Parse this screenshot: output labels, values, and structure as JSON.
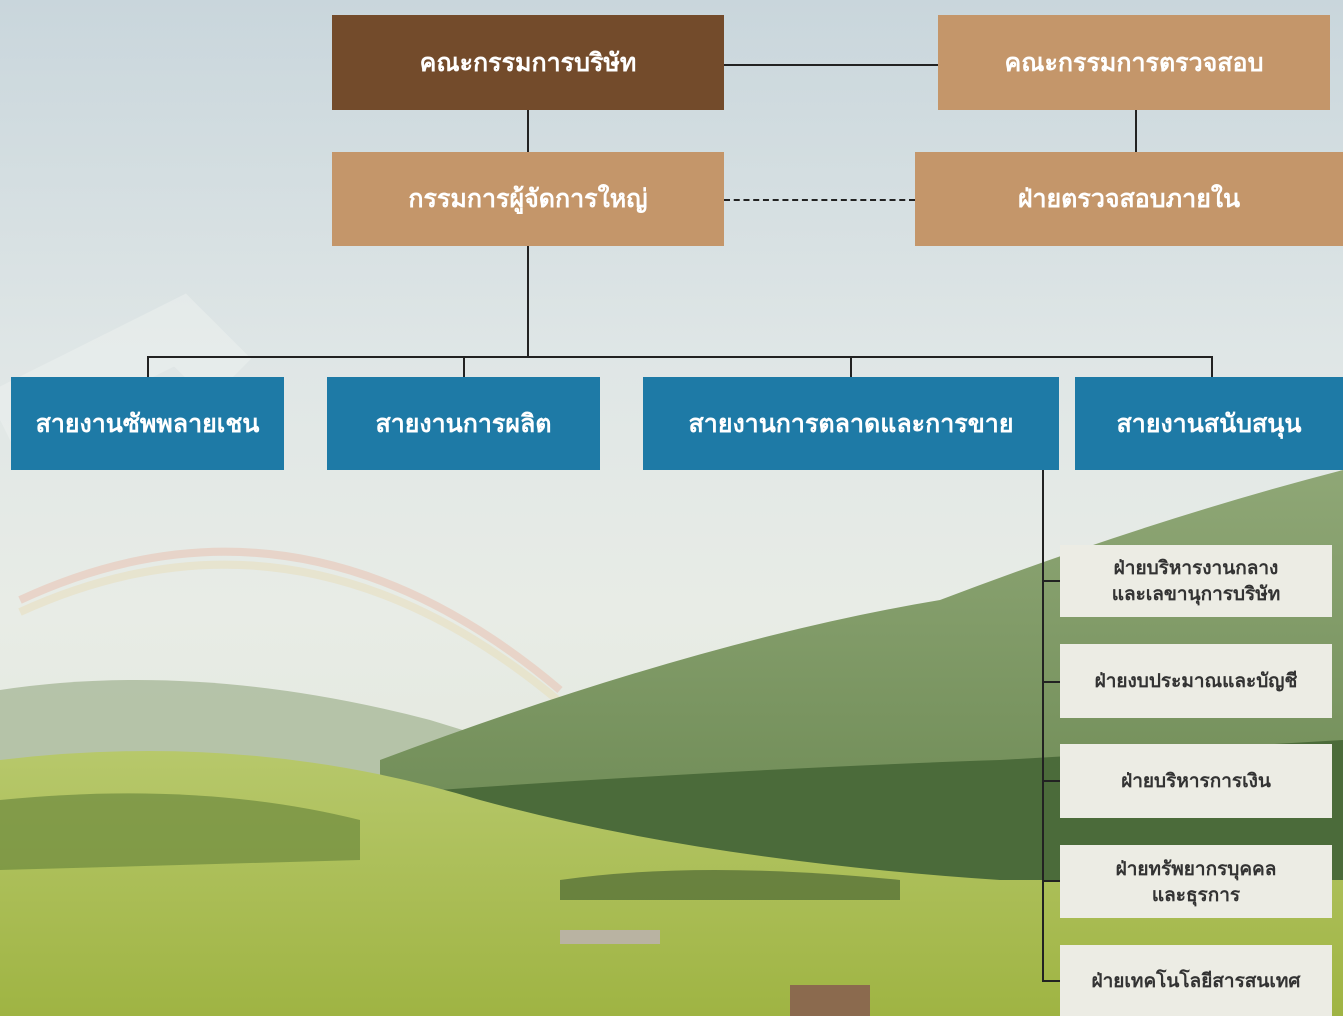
{
  "diagram": {
    "board": "คณะกรรมการบริษัท",
    "audit_committee": "คณะกรรมการตรวจสอบ",
    "president": "กรรมการผู้จัดการใหญ่",
    "internal_audit": "ฝ่ายตรวจสอบภายใน",
    "divisions": [
      "สายงานซัพพลายเชน",
      "สายงานการผลิต",
      "สายงานการตลาดและการขาย",
      "สายงานสนับสนุน"
    ],
    "support_departments": [
      {
        "line1": "ฝ่ายบริหารงานกลาง",
        "line2": "และเลขานุการบริษัท"
      },
      {
        "line1": "ฝ่ายงบประมาณและบัญชี",
        "line2": ""
      },
      {
        "line1": "ฝ่ายบริหารการเงิน",
        "line2": ""
      },
      {
        "line1": "ฝ่ายทรัพยากรบุคคล",
        "line2": "และธุรการ"
      },
      {
        "line1": "ฝ่ายเทคโนโลยีสารสนเทศ",
        "line2": ""
      }
    ]
  },
  "colors": {
    "board": "#734b2b",
    "tan": "#c4966a",
    "blue": "#1e7aa6",
    "department": "#ecece4"
  }
}
